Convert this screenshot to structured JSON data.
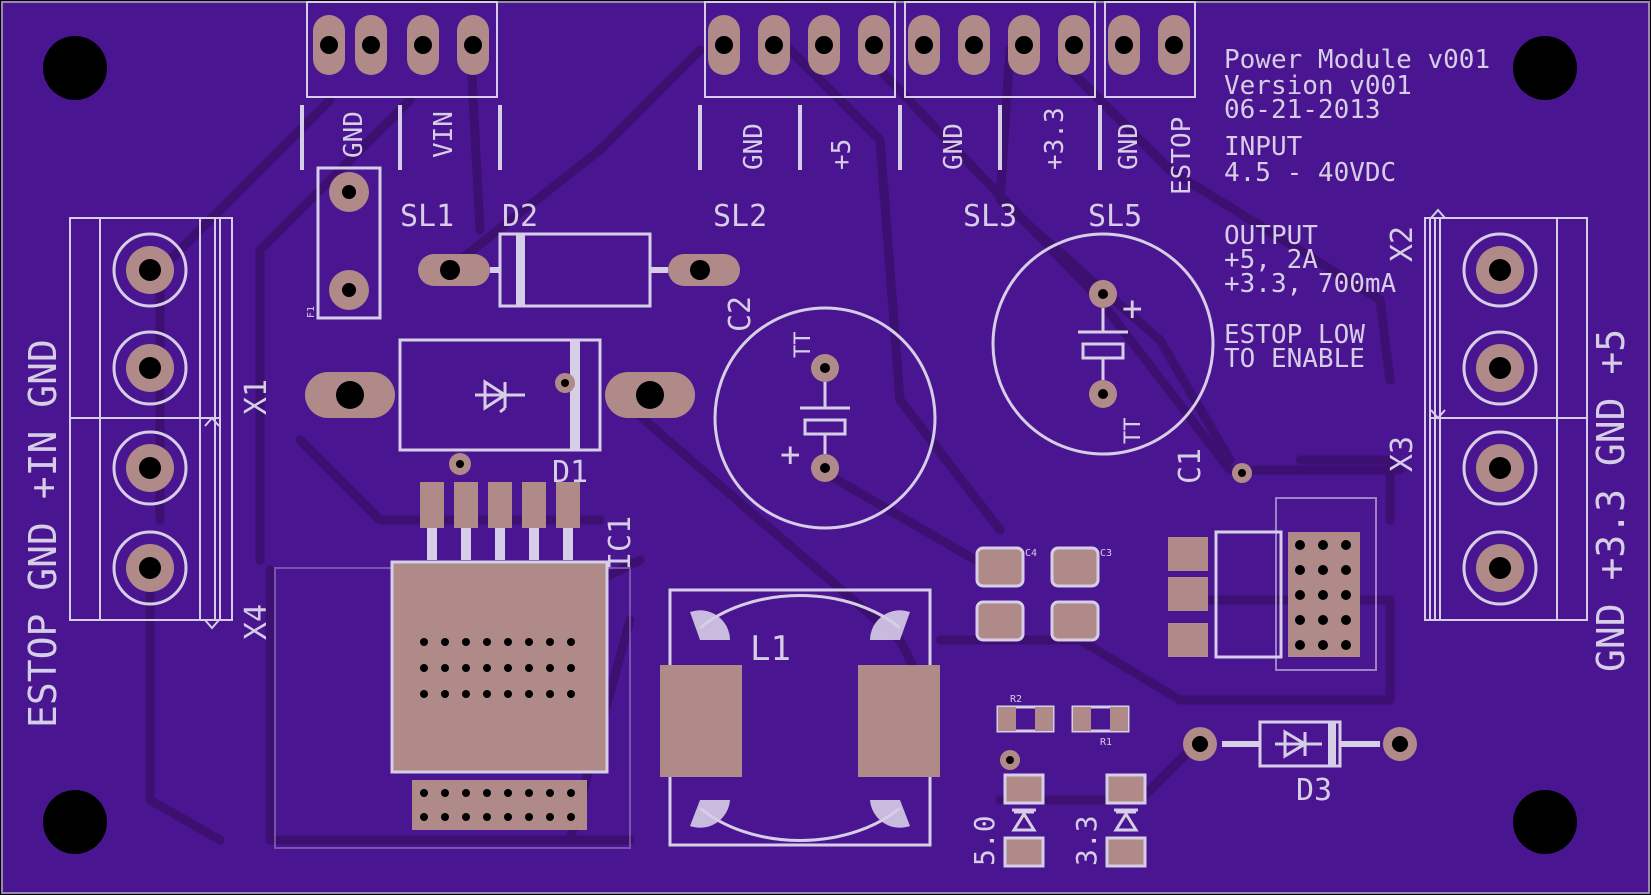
{
  "colors": {
    "board": "#4a1590",
    "trace": "#3c1070",
    "silkscreen": "#d6cde6",
    "pad": "#b08a88",
    "outline": "#9a86b0"
  },
  "board": {
    "title_lines": [
      "Power Module v001",
      "Version v001",
      "06-21-2013"
    ],
    "input_lines": [
      "INPUT",
      "4.5 - 40VDC"
    ],
    "output_lines": [
      "OUTPUT",
      "+5, 2A",
      "+3.3, 700mA"
    ],
    "estop_lines": [
      "ESTOP LOW",
      "TO ENABLE"
    ]
  },
  "headers": {
    "sl1": {
      "name": "SL1",
      "pins": [
        "GND",
        "VIN"
      ]
    },
    "sl2": {
      "name": "SL2",
      "pins": [
        "GND",
        "+5"
      ]
    },
    "sl3": {
      "name": "SL3",
      "pins": [
        "GND",
        "+3.3"
      ]
    },
    "sl5": {
      "name": "SL5",
      "pins": [
        "GND",
        "ESTOP"
      ]
    }
  },
  "terminals": {
    "left_label": "ESTOP GND  +IN GND",
    "right_label": "GND +3.3 GND +5",
    "x1": "X1",
    "x2": "X2",
    "x3": "X3",
    "x4": "X4"
  },
  "components": {
    "d1": "D1",
    "d2": "D2",
    "d3": "D3",
    "c1": "C1",
    "c2": "C2",
    "c3": "C3",
    "c4": "C4",
    "ic1": "IC1",
    "l1": "L1",
    "f1": "F1",
    "r1": "R1",
    "r2": "R2",
    "led5": "5.0",
    "led33": "3.3",
    "tt": "TT",
    "plus": "+"
  }
}
